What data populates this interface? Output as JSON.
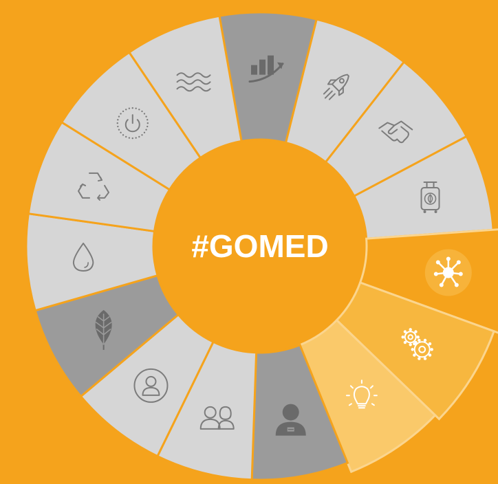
{
  "hub": {
    "label": "#GOMED"
  },
  "colors": {
    "background": "#f5a31c",
    "hub": "#f5a31c",
    "segment_light": "#d6d6d6",
    "segment_dark": "#9b9b9b",
    "segment_accent_1": "#f5a31c",
    "segment_accent_2": "#f7b73f",
    "segment_accent_3": "#fac96a",
    "divider": "#f5a31c",
    "divider_light": "#fbd58e",
    "icon_on_light": "#7c7c7c",
    "icon_on_dark": "#6a6a6a",
    "icon_on_accent": "#ffffff"
  },
  "segments": [
    {
      "icon": "rising-chart-icon",
      "style": "dark",
      "selected": true
    },
    {
      "icon": "rocket-icon",
      "style": "light",
      "selected": false
    },
    {
      "icon": "handshake-icon",
      "style": "light",
      "selected": false
    },
    {
      "icon": "eco-luggage-icon",
      "style": "light",
      "selected": false
    },
    {
      "icon": "network-icon",
      "style": "accent1",
      "selected": true
    },
    {
      "icon": "gears-icon",
      "style": "accent2",
      "selected": false
    },
    {
      "icon": "lightbulb-icon",
      "style": "accent3",
      "selected": false
    },
    {
      "icon": "person-badge-icon",
      "style": "dark",
      "selected": true
    },
    {
      "icon": "two-people-icon",
      "style": "light",
      "selected": false
    },
    {
      "icon": "person-circle-icon",
      "style": "light",
      "selected": false
    },
    {
      "icon": "leaf-icon",
      "style": "dark",
      "selected": true
    },
    {
      "icon": "water-drop-icon",
      "style": "light",
      "selected": false
    },
    {
      "icon": "recycle-icon",
      "style": "light",
      "selected": false
    },
    {
      "icon": "power-icon",
      "style": "light",
      "selected": false
    },
    {
      "icon": "waves-icon",
      "style": "light",
      "selected": false
    }
  ]
}
